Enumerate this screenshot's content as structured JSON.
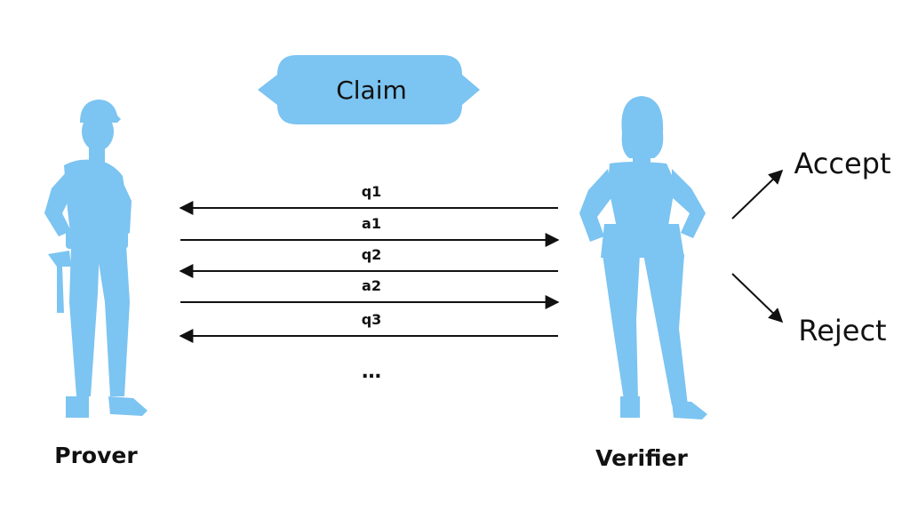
{
  "colors": {
    "silhouette": "#7CC4F1",
    "claim_fill": "#7CC4F1",
    "arrow": "#111111",
    "text": "#111111"
  },
  "claim": {
    "label": "Claim"
  },
  "messages": [
    {
      "label": "q1",
      "direction": "to-prover"
    },
    {
      "label": "a1",
      "direction": "to-verifier"
    },
    {
      "label": "q2",
      "direction": "to-prover"
    },
    {
      "label": "a2",
      "direction": "to-verifier"
    },
    {
      "label": "q3",
      "direction": "to-prover"
    }
  ],
  "ellipsis": "…",
  "outcomes": {
    "accept": "Accept",
    "reject": "Reject"
  },
  "roles": {
    "prover": "Prover",
    "verifier": "Verifier"
  },
  "icons": {
    "prover": "construction-worker-silhouette-icon",
    "verifier": "woman-silhouette-icon"
  }
}
